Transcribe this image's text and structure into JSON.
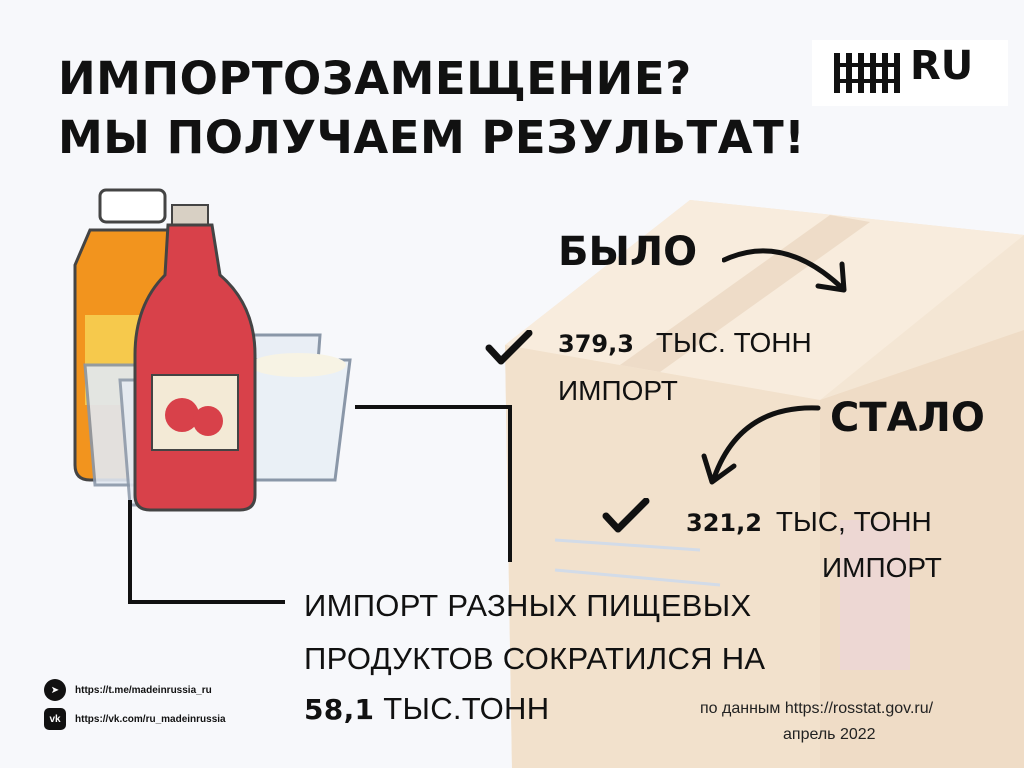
{
  "title": {
    "line1": "ИМПОРТОЗАМЕЩЕНИЕ?",
    "line2": "МЫ ПОЛУЧАЕМ РЕЗУЛЬТАТ!"
  },
  "logo": {
    "text": "RU"
  },
  "was": {
    "label": "БЫЛО",
    "value": "379,3",
    "unit": "ТЫС. ТОНН",
    "suffix": "ИМПОРТ"
  },
  "now": {
    "label": "СТАЛО",
    "value": "321,2",
    "unit": "ТЫС, ТОНН",
    "suffix": "ИМПОРТ"
  },
  "summary": {
    "line1": "ИМПОРТ РАЗНЫХ ПИЩЕВЫХ",
    "line2": "ПРОДУКТОВ СОКРАТИЛСЯ НА",
    "value": "58,1",
    "unit": "ТЫС.ТОНН"
  },
  "socials": [
    {
      "icon": "telegram-icon",
      "label": "https://t.me/madeinrussia_ru"
    },
    {
      "icon": "vk-icon",
      "label": "https://vk.com/ru_madeinrussia"
    }
  ],
  "source": {
    "line1": "по данным https://rosstat.gov.ru/",
    "line2": "апрель  2022"
  },
  "colors": {
    "background": "#f7f8fb",
    "box": "#f3e3cf",
    "ketchup": "#d8414a",
    "orange_bottle": "#f2941e",
    "text": "#111111"
  }
}
